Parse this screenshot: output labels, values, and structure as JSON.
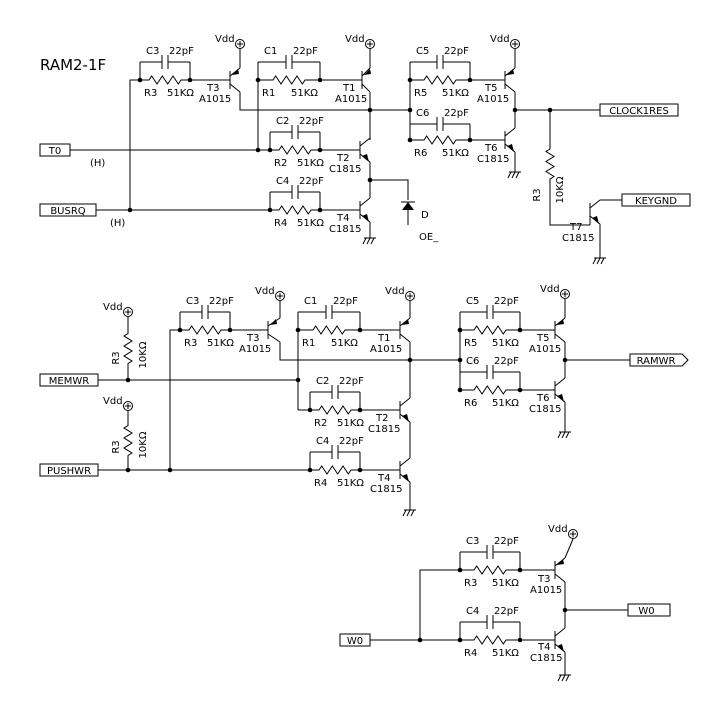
{
  "title": "RAM2-1F",
  "sections": {
    "top": {
      "ports": {
        "t0": "T0",
        "busrq": "BUSRQ",
        "clockres": "CLOCK1RES",
        "keygnd": "KEYGND"
      },
      "notes": {
        "t0_h": "(H)",
        "busrq_h": "(H)"
      },
      "vdd": "Vdd",
      "c3": "C3",
      "c3v": "22pF",
      "r3": "R3",
      "r3v": "51KΩ",
      "t3": "T3",
      "t3t": "A1015",
      "c1": "C1",
      "c1v": "22pF",
      "r1": "R1",
      "r1v": "51KΩ",
      "t1": "T1",
      "t1t": "A1015",
      "c2": "C2",
      "c2v": "22pF",
      "r2": "R2",
      "r2v": "51KΩ",
      "t2": "T2",
      "t2t": "C1815",
      "c4": "C4",
      "c4v": "22pF",
      "r4": "R4",
      "r4v": "51KΩ",
      "t4": "T4",
      "t4t": "C1815",
      "c5": "C5",
      "c5v": "22pF",
      "r5": "R5",
      "r5v": "51KΩ",
      "t5": "T5",
      "t5t": "A1015",
      "c6": "C6",
      "c6v": "22pF",
      "r6": "R6",
      "r6v": "51KΩ",
      "t6": "T6",
      "t6t": "C1815",
      "r3b": "R3",
      "r3bv": "10KΩ",
      "t7": "T7",
      "t7t": "C1815",
      "d": "D",
      "oe": "OE_"
    },
    "middle": {
      "ports": {
        "memwr": "MEMWR",
        "pushwr": "PUSHWR",
        "ramwr": "RAMWR"
      },
      "vdd": "Vdd",
      "r3a": "R3",
      "r3av": "10KΩ",
      "r3b": "R3",
      "r3bv": "10KΩ",
      "c3": "C3",
      "c3v": "22pF",
      "r3": "R3",
      "r3v": "51KΩ",
      "t3": "T3",
      "t3t": "A1015",
      "c1": "C1",
      "c1v": "22pF",
      "r1": "R1",
      "r1v": "51KΩ",
      "t1": "T1",
      "t1t": "A1015",
      "c2": "C2",
      "c2v": "22pF",
      "r2": "R2",
      "r2v": "51KΩ",
      "t2": "T2",
      "t2t": "C1815",
      "c4": "C4",
      "c4v": "22pF",
      "r4": "R4",
      "r4v": "51KΩ",
      "t4": "T4",
      "t4t": "C1815",
      "c5": "C5",
      "c5v": "22pF",
      "r5": "R5",
      "r5v": "51KΩ",
      "t5": "T5",
      "t5t": "A1015",
      "c6": "C6",
      "c6v": "22pF",
      "r6": "R6",
      "r6v": "51KΩ",
      "t6": "T6",
      "t6t": "C1815"
    },
    "bottom": {
      "ports": {
        "w0": "W0",
        "w0out": "W0_"
      },
      "vdd": "Vdd",
      "c3": "C3",
      "c3v": "22pF",
      "r3": "R3",
      "r3v": "51KΩ",
      "t3": "T3",
      "t3t": "A1015",
      "c4": "C4",
      "c4v": "22pF",
      "r4": "R4",
      "r4v": "51KΩ",
      "t4": "T4",
      "t4t": "C1815"
    }
  }
}
